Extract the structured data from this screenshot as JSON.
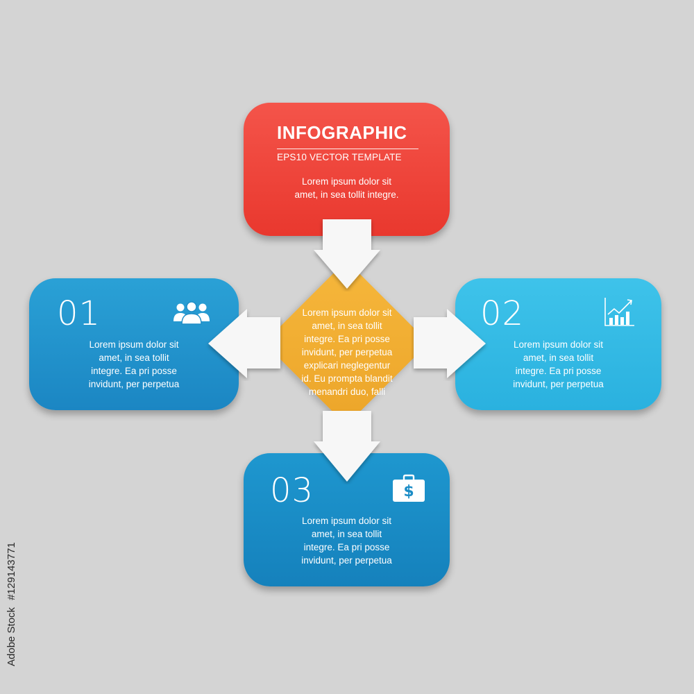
{
  "header": {
    "title": "INFOGRAPHIC",
    "subtitle": "EPS10 VECTOR TEMPLATE",
    "text_line1": "Lorem ipsum dolor sit",
    "text_line2": "amet, in sea tollit integre."
  },
  "center": {
    "lines": [
      "Lorem ipsum dolor sit",
      "amet, in sea tollit",
      "integre. Ea pri posse",
      "invidunt, per perpetua",
      "explicari neglegentur",
      "id. Eu prompta blandit",
      "menandri duo, falli"
    ]
  },
  "steps": [
    {
      "number": "01",
      "icon": "users-icon",
      "lines": [
        "Lorem ipsum dolor sit",
        "amet, in sea tollit",
        "integre. Ea pri posse",
        "invidunt, per perpetua"
      ]
    },
    {
      "number": "02",
      "icon": "bar-chart-icon",
      "lines": [
        "Lorem ipsum dolor sit",
        "amet, in sea tollit",
        "integre. Ea pri posse",
        "invidunt, per perpetua"
      ]
    },
    {
      "number": "03",
      "icon": "money-briefcase-icon",
      "lines": [
        "Lorem ipsum dolor sit",
        "amet, in sea tollit",
        "integre. Ea pri posse",
        "invidunt, per perpetua"
      ]
    }
  ],
  "watermark": {
    "stock_id": "#129143771",
    "brand": "Adobe Stock"
  },
  "colors": {
    "background": "#d4d4d4",
    "header_red": "#ef4a40",
    "center_orange": "#f2b035",
    "step1_blue": "#2395cd",
    "step2_cyan": "#35bbe5",
    "step3_blue": "#1b8cc6",
    "arrow_white": "#f7f7f7"
  }
}
